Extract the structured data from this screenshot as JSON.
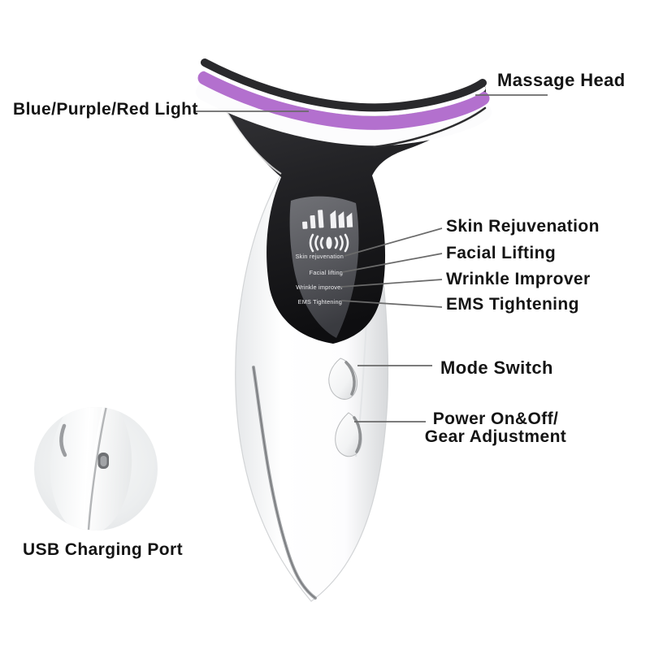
{
  "labels": {
    "massage_head": "Massage Head",
    "light": "Blue/Purple/Red Light",
    "features": [
      "Skin Rejuvenation",
      "Facial Lifting",
      "Wrinkle Improver",
      "EMS Tightening"
    ],
    "mode_switch": "Mode Switch",
    "power_line1": "Power On&Off/",
    "power_line2": "Gear Adjustment",
    "usb": "USB Charging Port"
  },
  "device": {
    "panel_labels": [
      "Skin rejuvenation",
      "Facial lifting",
      "Wrinkle improver",
      "EMS Tightening"
    ],
    "icons": [
      "intensity-bars-icon",
      "mode-bars-icon",
      "sonic-vibration-icon"
    ],
    "buttons": [
      "mode-switch-button",
      "power-gear-adjustment-button"
    ],
    "inset": "usb-charging-port-detail"
  },
  "colors": {
    "led_strip": "#b370ce",
    "body_black": "#19191c",
    "panel_gray": "#5c5d63",
    "handle_white": "#fbfcfd",
    "annotation_text": "#141414",
    "leader_line": "#6a6a6a",
    "background": "#ffffff"
  }
}
